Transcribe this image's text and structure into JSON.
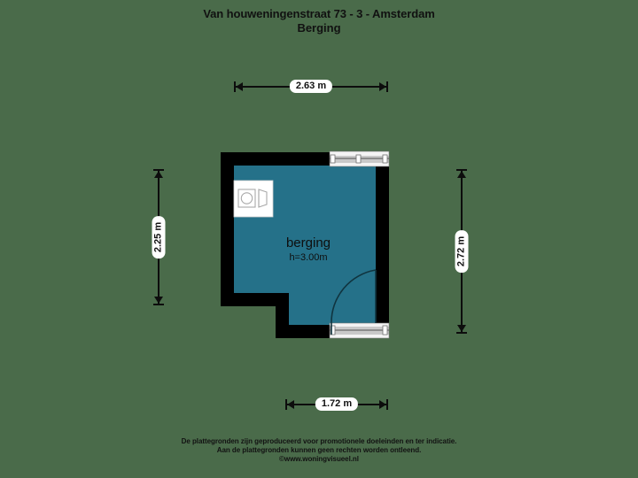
{
  "document": {
    "background_color": "#4a6b4a",
    "title_line1": "Van houweningenstraat 73 - 3 - Amsterdam",
    "title_line2": "Berging"
  },
  "dimensions": {
    "top": {
      "label": "2.63 m",
      "orientation": "horizontal"
    },
    "left": {
      "label": "2.25 m",
      "orientation": "vertical"
    },
    "right": {
      "label": "2.72 m",
      "orientation": "vertical"
    },
    "bottom": {
      "label": "1.72 m",
      "orientation": "horizontal"
    }
  },
  "floorplan": {
    "room_name": "berging",
    "room_height": "h=3.00m",
    "floor_color": "#257189",
    "wall_color": "#000000",
    "fixture_color": "#ffffff",
    "fixtures": [
      {
        "name": "washing-machine",
        "icon": "appliance-square-circle"
      },
      {
        "name": "sink",
        "icon": "basin-shape"
      }
    ],
    "openings": [
      {
        "name": "window-top",
        "wall": "top"
      },
      {
        "name": "door-bottom",
        "wall": "bottom",
        "swing": "left"
      }
    ]
  },
  "footer": {
    "line1": "De plattegronden zijn geproduceerd voor promotionele doeleinden en ter indicatie.",
    "line2": "Aan de plattegronden kunnen geen rechten worden ontleend.",
    "line3": "©www.woningvisueel.nl"
  }
}
